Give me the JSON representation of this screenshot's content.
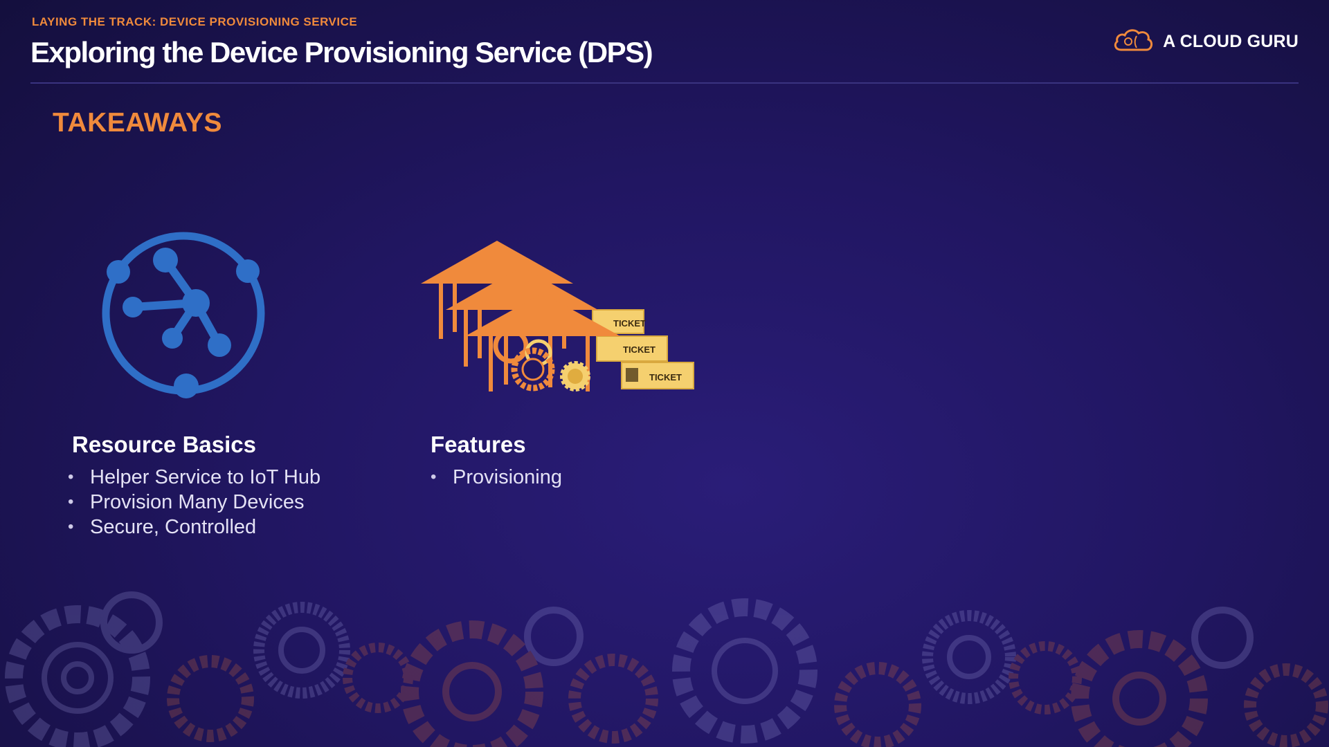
{
  "header": {
    "eyebrow": "LAYING THE TRACK: DEVICE PROVISIONING SERVICE",
    "title": "Exploring the Device Provisioning Service (DPS)",
    "brand_name": "A CLOUD GURU",
    "brand_icon": "cloud-logo-icon"
  },
  "section": {
    "title": "TAKEAWAYS"
  },
  "cards": [
    {
      "icon": "hub-network-icon",
      "heading": "Resource Basics",
      "bullets": [
        "Helper Service to IoT Hub",
        "Provision Many Devices",
        "Secure, Controlled"
      ]
    },
    {
      "icon": "station-tickets-icon",
      "heading": "Features",
      "bullets": [
        "Provisioning"
      ],
      "ticket_labels": [
        "TICKET",
        "TICKET",
        "TICKET"
      ]
    }
  ],
  "colors": {
    "accent_orange": "#f08a3c",
    "hub_blue": "#2f6fc7",
    "ticket_yellow": "#f5d06f",
    "background": "#211662"
  }
}
